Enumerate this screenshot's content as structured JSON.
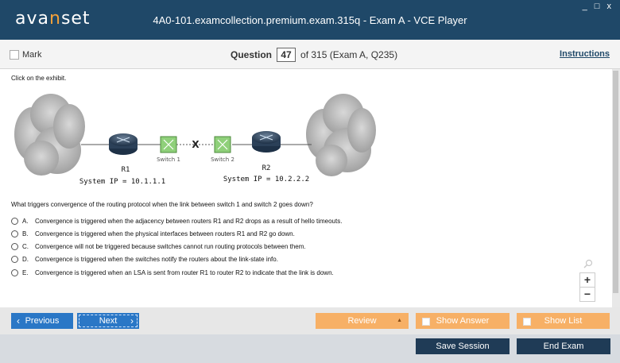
{
  "app": {
    "logo_pre": "ava",
    "logo_n": "n",
    "logo_post": "set",
    "window_title": "4A0-101.examcollection.premium.exam.315q - Exam A - VCE Player",
    "window_controls": "_ □ x"
  },
  "toolbar": {
    "mark_label": "Mark",
    "question_label": "Question",
    "question_number": "47",
    "question_total": "of 315 (Exam A, Q235)",
    "instructions_label": "Instructions"
  },
  "question": {
    "exhibit_prompt": "Click on the exhibit.",
    "text": "What triggers convergence of the routing protocol when the link between switch 1 and switch 2 goes down?",
    "options": [
      {
        "letter": "A.",
        "text": "Convergence is triggered when the adjacency between routers R1 and R2 drops as a result of hello timeouts."
      },
      {
        "letter": "B.",
        "text": "Convergence is triggered when the physical interfaces between routers R1 and R2 go down."
      },
      {
        "letter": "C.",
        "text": "Convergence will not be triggered because switches cannot run routing protocols between them."
      },
      {
        "letter": "D.",
        "text": "Convergence is triggered when the switches notify the routers about the link-state info."
      },
      {
        "letter": "E.",
        "text": "Convergence is triggered when an LSA is sent from router R1 to router R2 to indicate that the link is down."
      }
    ]
  },
  "exhibit": {
    "r1_label": "R1",
    "r1_ip": "System IP = 10.1.1.1",
    "r2_label": "R2",
    "r2_ip": "System IP = 10.2.2.2",
    "switch1_label": "Switch 1",
    "switch2_label": "Switch 2",
    "break_mark": "X"
  },
  "zoom": {
    "plus": "+",
    "minus": "−"
  },
  "buttons": {
    "previous": "Previous",
    "next": "Next",
    "review": "Review",
    "show_answer": "Show Answer",
    "show_list": "Show List",
    "save_session": "Save Session",
    "end_exam": "End Exam"
  },
  "colors": {
    "titlebar": "#1f4868",
    "accent_blue": "#2a77c6",
    "accent_orange": "#f7b066",
    "dark_button": "#1f3b56"
  }
}
